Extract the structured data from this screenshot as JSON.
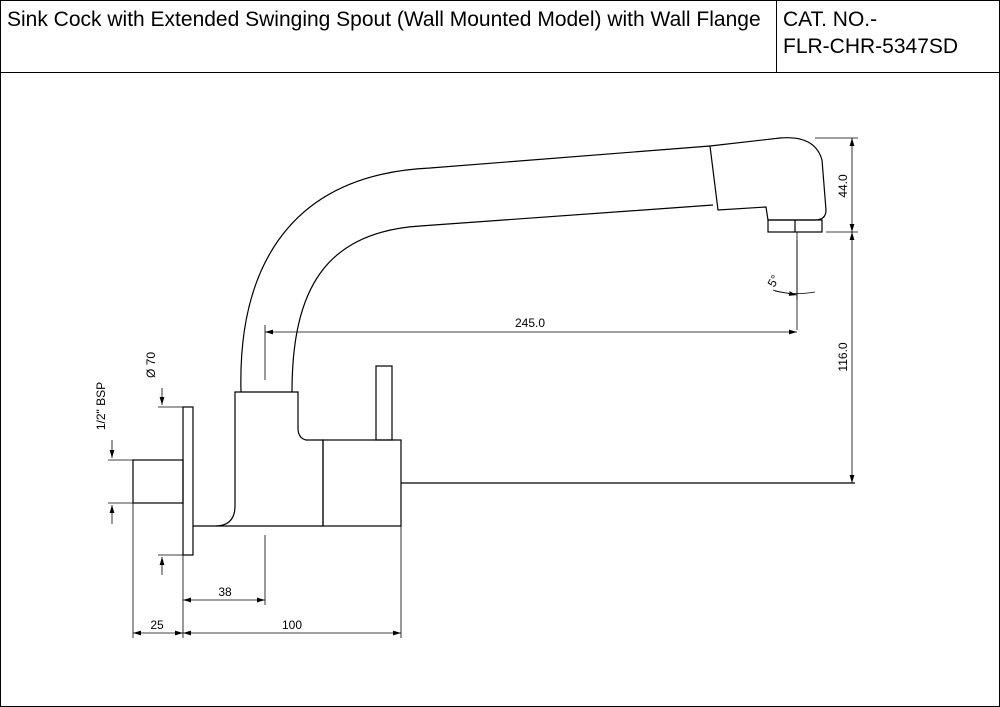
{
  "header": {
    "title": "Sink Cock with Extended Swinging Spout (Wall Mounted Model) with Wall Flange",
    "cat_label": "CAT. NO.-",
    "cat_value": "FLR-CHR-5347SD"
  },
  "dimensions": {
    "spout_reach": "245.0",
    "outlet_height": "44.0",
    "spout_height": "116.0",
    "outlet_angle": "5°",
    "flange_diameter": "Ø 70",
    "thread": "1/2\" BSP",
    "body_to_spout": "38",
    "wall_projection": "25",
    "body_length": "100"
  }
}
